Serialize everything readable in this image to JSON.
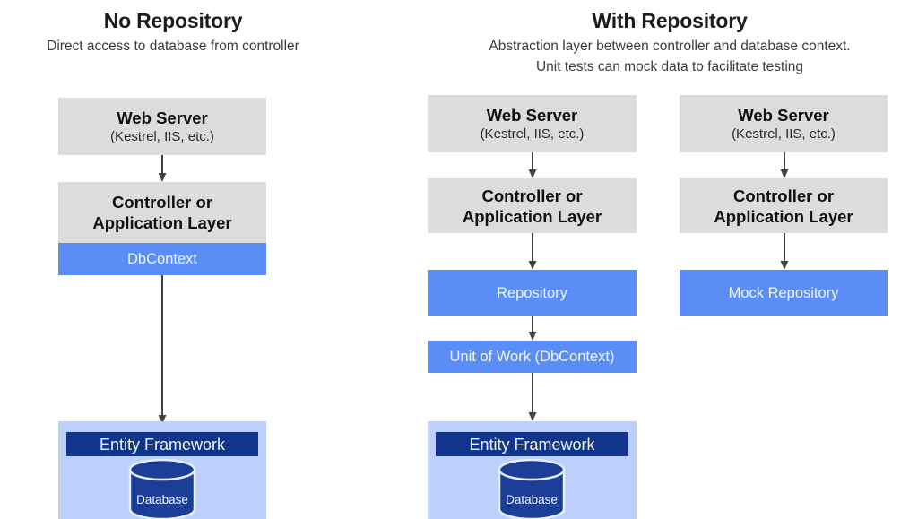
{
  "diagram": {
    "title_left": "No Repository",
    "title_right": "With Repository",
    "subtitle_left": "Direct access to database from controller",
    "subtitle_right_line1": "Abstraction layer between controller and database context.",
    "subtitle_right_line2": "Unit tests can mock data to facilitate testing",
    "colors": {
      "gray_box": "#dcdcdc",
      "blue_box": "#5b8df6",
      "light_blue_panel": "#bdd0fb",
      "dark_blue_bar": "#12358c",
      "arrow": "#404040",
      "background": "#ffffff"
    }
  },
  "columns": [
    {
      "id": "no-repository",
      "nodes": [
        {
          "id": "web-server",
          "title": "Web Server",
          "subtitle": "(Kestrel, IIS, etc.)",
          "style": "gray"
        },
        {
          "id": "controller",
          "title_line1": "Controller or",
          "title_line2": "Application Layer",
          "style": "gray"
        },
        {
          "id": "dbcontext",
          "label": "DbContext",
          "style": "blue"
        },
        {
          "id": "data-panel",
          "label": "Entity Framework",
          "db_label": "Database",
          "style": "light-blue"
        }
      ]
    },
    {
      "id": "with-repository-real",
      "nodes": [
        {
          "id": "web-server",
          "title": "Web Server",
          "subtitle": "(Kestrel, IIS, etc.)",
          "style": "gray"
        },
        {
          "id": "controller",
          "title_line1": "Controller or",
          "title_line2": "Application Layer",
          "style": "gray"
        },
        {
          "id": "repository",
          "label": "Repository",
          "style": "blue"
        },
        {
          "id": "unit-of-work",
          "label": "Unit of Work (DbContext)",
          "style": "blue"
        },
        {
          "id": "data-panel",
          "label": "Entity Framework",
          "db_label": "Database",
          "style": "light-blue"
        }
      ]
    },
    {
      "id": "with-repository-mock",
      "nodes": [
        {
          "id": "web-server",
          "title": "Web Server",
          "subtitle": "(Kestrel, IIS, etc.)",
          "style": "gray"
        },
        {
          "id": "controller",
          "title_line1": "Controller or",
          "title_line2": "Application Layer",
          "style": "gray"
        },
        {
          "id": "mock-repository",
          "label": "Mock Repository",
          "style": "blue"
        }
      ]
    }
  ]
}
